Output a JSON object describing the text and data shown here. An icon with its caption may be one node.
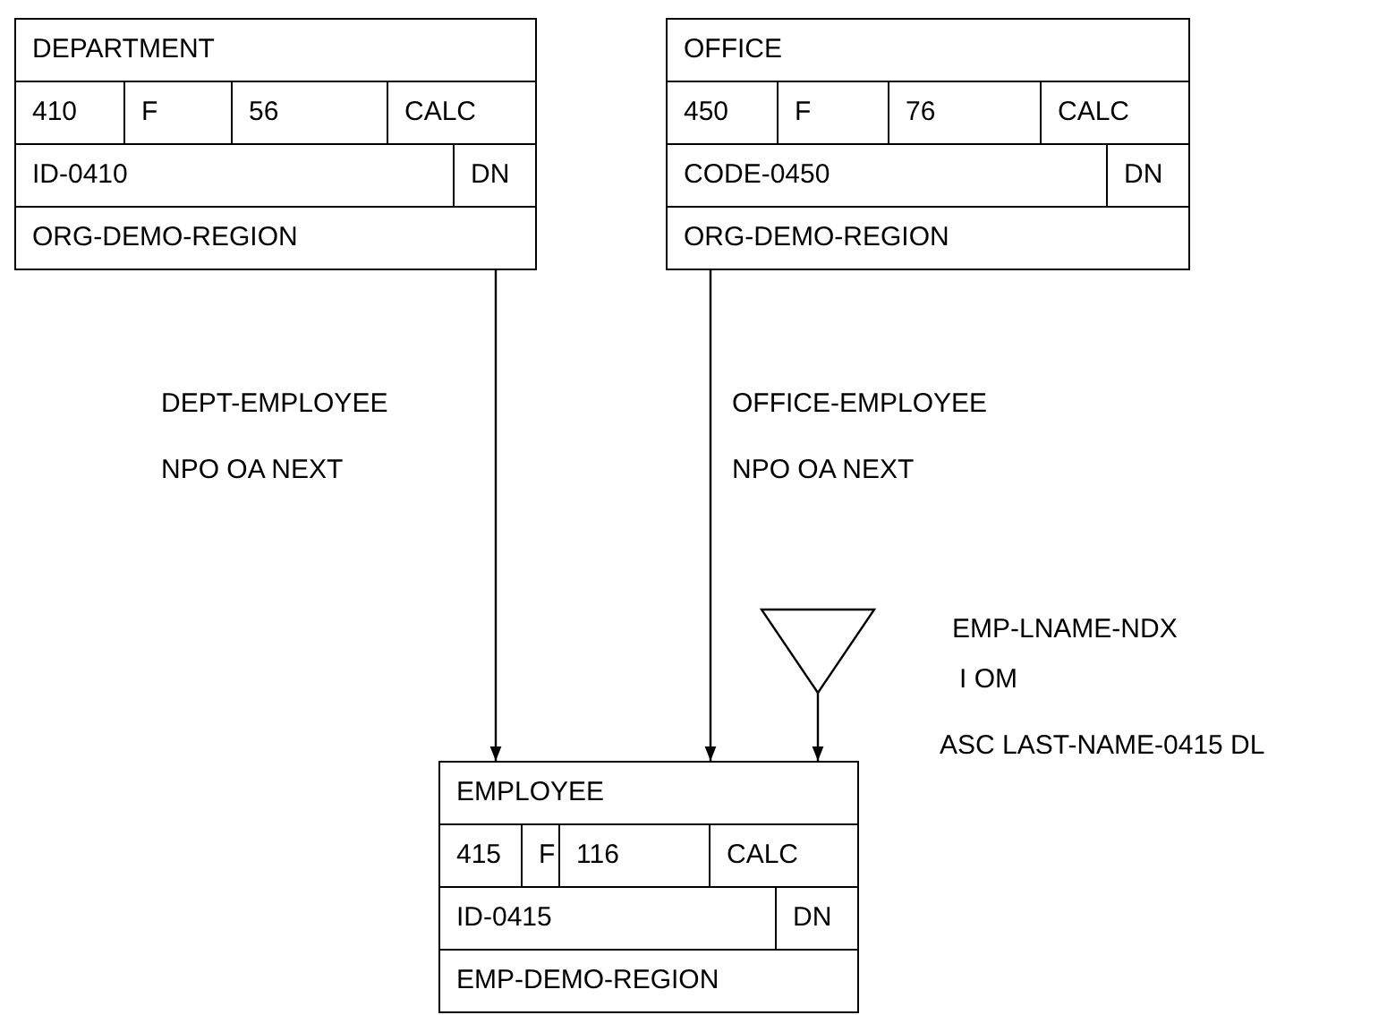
{
  "diagram": {
    "nodes": [
      {
        "text": [
          "DEPARTMENT",
          "410",
          "F",
          "56",
          "CALC",
          "ID-0410",
          "DN",
          "ORG-DEMO-REGION"
        ]
      },
      {
        "text": [
          "OFFICE",
          "450",
          "F",
          "76",
          "CALC",
          "CODE-0450",
          "DN",
          "ORG-DEMO-REGION"
        ]
      },
      {
        "text": [
          "EMPLOYEE",
          "415",
          "F",
          "116",
          "CALC",
          "ID-0415",
          "DN",
          "EMP-DEMO-REGION"
        ]
      },
      {
        "text": [],
        "shape": "triangle",
        "beside": [
          "EMP-LNAME-NDX",
          "I OM",
          "ASC LAST-NAME-0415 DL"
        ]
      }
    ],
    "edges": [
      {
        "from": 0,
        "to": 2,
        "arrow": "to",
        "label": "DEPT-EMPLOYEE NPO OA NEXT"
      },
      {
        "from": 1,
        "to": 2,
        "arrow": "to",
        "label": "OFFICE-EMPLOYEE NPO OA NEXT"
      },
      {
        "from": 3,
        "to": 2,
        "arrow": "to"
      }
    ]
  }
}
